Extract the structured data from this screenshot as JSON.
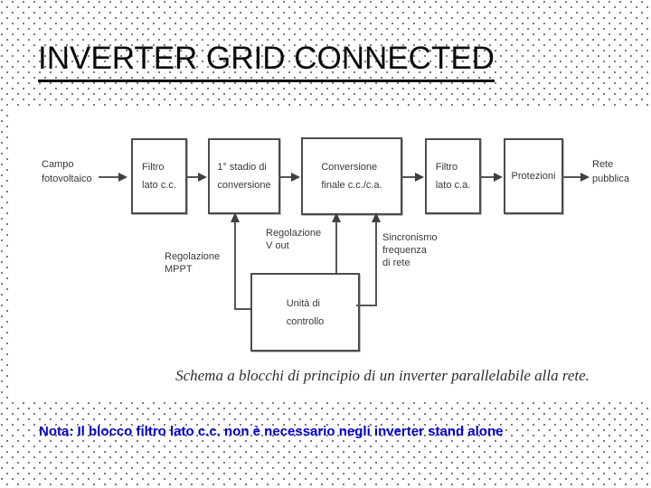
{
  "title": "INVERTER GRID CONNECTED",
  "note": {
    "text": "Nota: Il blocco filtro lato c.c. non è necessario negli inverter stand alone",
    "color": "#0000cc"
  },
  "colors": {
    "ink": "#383838",
    "line": "#4c4c4c",
    "title": "#0b0b0b",
    "background_dot": "#565656"
  },
  "diagram": {
    "caption": "Schema a blocchi di principio di un inverter parallelabile alla rete.",
    "input_label": {
      "lines": [
        "Campo",
        "fotovoltaico"
      ]
    },
    "output_label": {
      "lines": [
        "Rete",
        "pubblica"
      ]
    },
    "blocks": [
      {
        "name": "filtro-lato-cc",
        "lines": [
          "Filtro",
          "lato c.c."
        ]
      },
      {
        "name": "primo-stadio",
        "lines": [
          "1° stadio di",
          "conversione"
        ]
      },
      {
        "name": "conversione-finale",
        "lines": [
          "Conversione",
          "finale c.c./c.a."
        ]
      },
      {
        "name": "filtro-lato-ca",
        "lines": [
          "Filtro",
          "lato c.a."
        ]
      },
      {
        "name": "protezioni",
        "lines": [
          "Protezioni"
        ]
      },
      {
        "name": "unita-di-controllo",
        "lines": [
          "Unità di",
          "controllo"
        ]
      }
    ],
    "control_signals": [
      {
        "name": "regolazione-mppt",
        "lines": [
          "Regolazione",
          "MPPT"
        ]
      },
      {
        "name": "regolazione-vout",
        "lines": [
          "Regolazione",
          "V out"
        ]
      },
      {
        "name": "sincronismo-rete",
        "lines": [
          "Sincronismo",
          "frequenza",
          "di rete"
        ]
      }
    ]
  }
}
